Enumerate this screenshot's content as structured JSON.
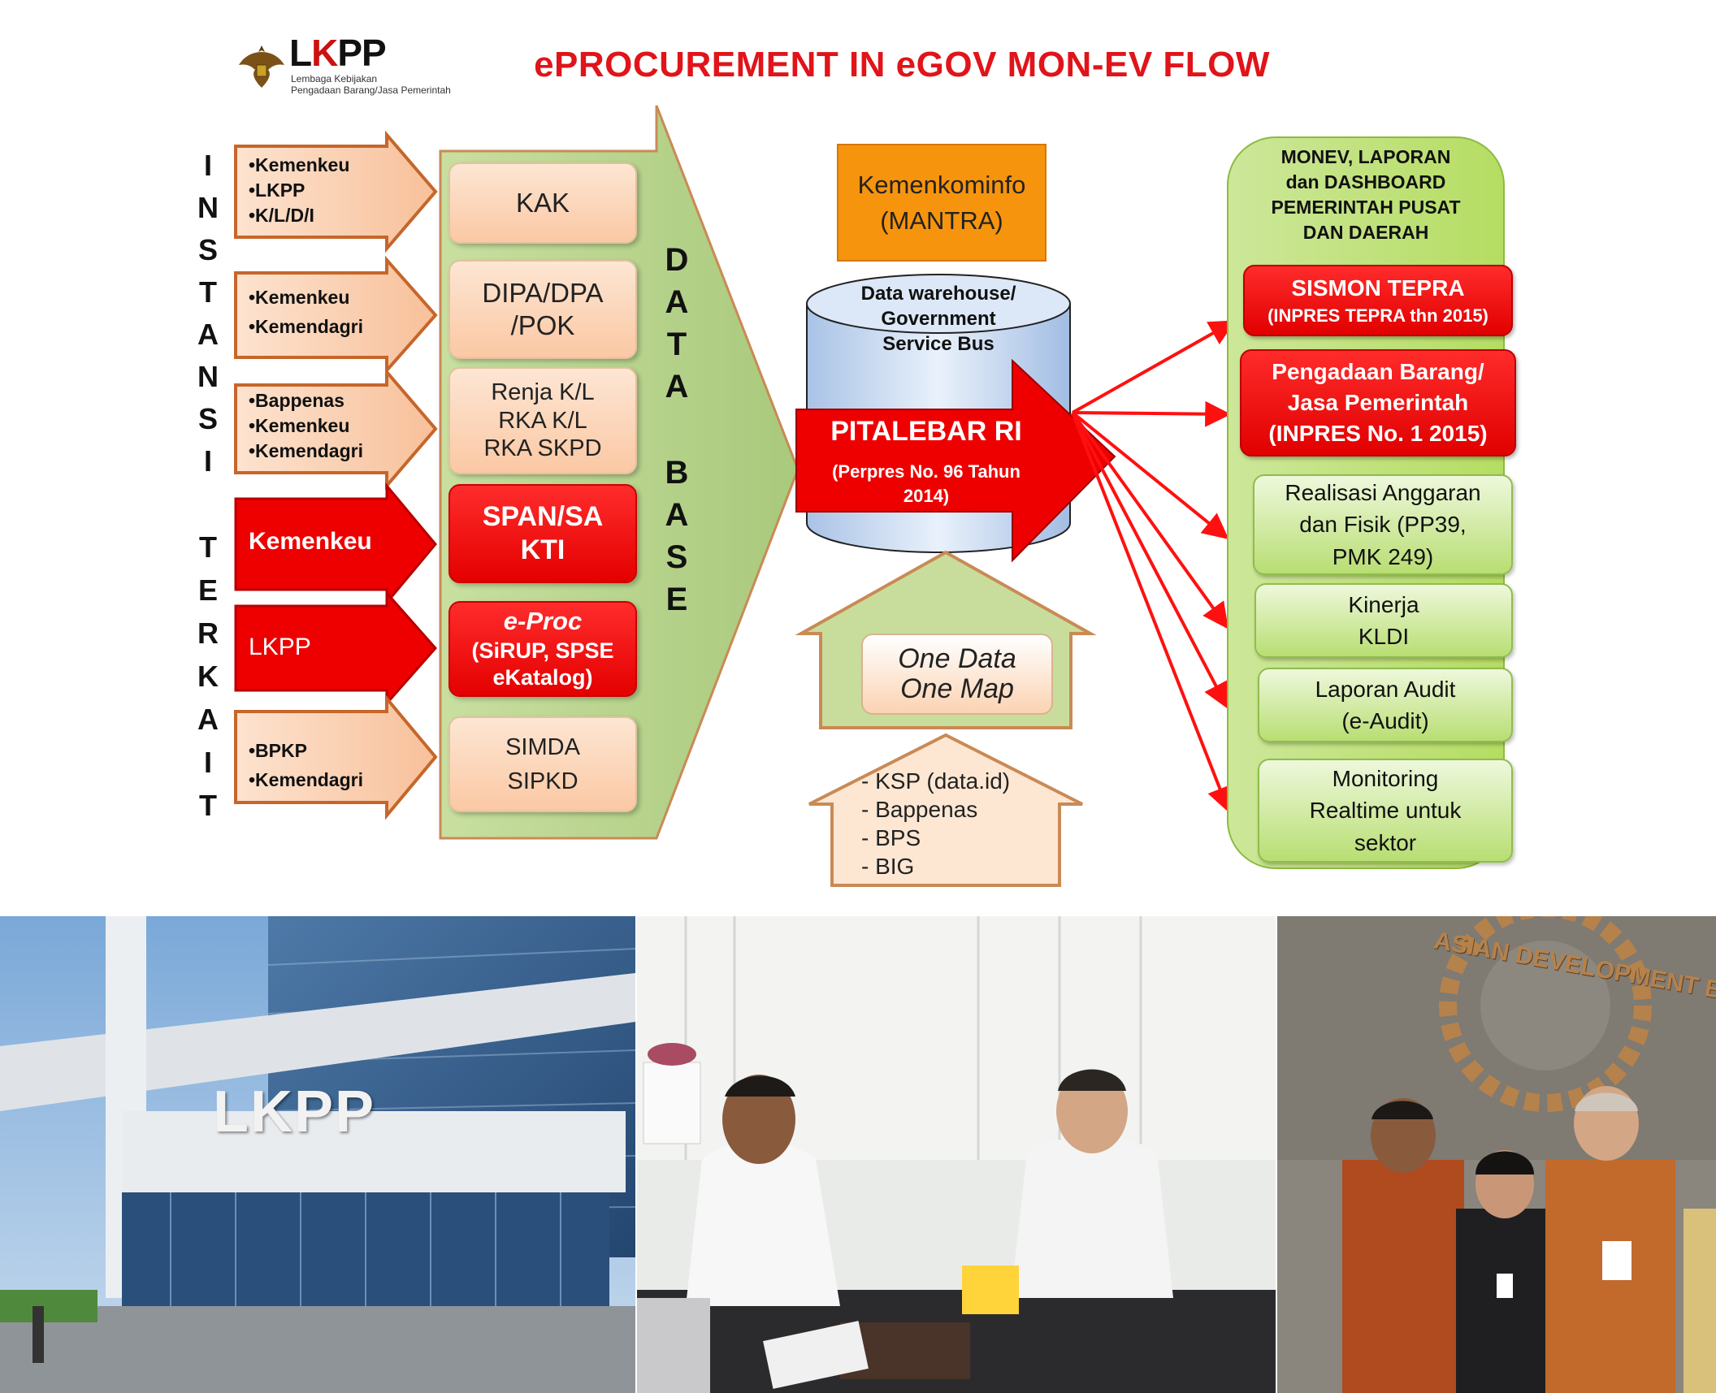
{
  "header": {
    "logo": {
      "name": "LKPP",
      "subtitle_line1": "Lembaga Kebijakan",
      "subtitle_line2": "Pengadaan Barang/Jasa Pemerintah"
    },
    "title": "ePROCUREMENT IN eGOV MON-EV FLOW"
  },
  "left_label": {
    "word1": [
      "I",
      "N",
      "S",
      "T",
      "A",
      "N",
      "S",
      "I"
    ],
    "word2": [
      "T",
      "E",
      "R",
      "K",
      "A",
      "I",
      "T"
    ]
  },
  "left_arrows": [
    {
      "lines": [
        "•Kemenkeu",
        "•LKPP",
        "•K/L/D/I"
      ]
    },
    {
      "lines": [
        "•Kemenkeu",
        "•Kemendagri"
      ]
    },
    {
      "lines": [
        "•Bappenas",
        "•Kemenkeu",
        "•Kemendagri"
      ]
    },
    {
      "text": "Kemenkeu"
    },
    {
      "text": "LKPP"
    },
    {
      "lines": [
        "•BPKP",
        "•Kemendagri"
      ]
    }
  ],
  "database": {
    "label_word1": [
      "D",
      "A",
      "T",
      "A"
    ],
    "label_word2": [
      "B",
      "A",
      "S",
      "E"
    ],
    "boxes": [
      {
        "lines": [
          "KAK"
        ]
      },
      {
        "lines": [
          "DIPA/DPA",
          "/POK"
        ]
      },
      {
        "lines": [
          "Renja K/L",
          "RKA K/L",
          "RKA SKPD"
        ]
      },
      {
        "lines": [
          "SPAN/SA",
          "KTI"
        ]
      },
      {
        "lines": [
          "e-Proc",
          "(SiRUP, SPSE",
          "eKatalog)"
        ]
      },
      {
        "lines": [
          "SIMDA",
          "SIPKD"
        ]
      }
    ]
  },
  "center": {
    "mantra": [
      "Kemenkominfo",
      "(MANTRA)"
    ],
    "warehouse": [
      "Data warehouse/",
      "Government",
      "Service Bus"
    ],
    "pitalebar_title": "PITALEBAR RI",
    "pitalebar_sub": [
      "(Perpres No. 96 Tahun",
      "2014)"
    ],
    "one_data": [
      "One Data",
      "One Map"
    ],
    "sources": [
      "- KSP (data.id)",
      "- Bappenas",
      "- BPS",
      "- BIG"
    ]
  },
  "right_panel": {
    "heading": [
      "MONEV, LAPORAN",
      "dan DASHBOARD",
      "PEMERINTAH PUSAT",
      "DAN DAERAH"
    ],
    "sismon_title": "SISMON TEPRA",
    "sismon_sub": "(INPRES TEPRA thn 2015)",
    "pengadaan": [
      "Pengadaan Barang/",
      "Jasa Pemerintah",
      "(INPRES No. 1 2015)"
    ],
    "realisasi": [
      "Realisasi Anggaran",
      "dan Fisik (PP39,",
      "PMK 249)"
    ],
    "kinerja": [
      "Kinerja",
      "KLDI"
    ],
    "audit": [
      "Laporan Audit",
      "(e-Audit)"
    ],
    "monitoring": [
      "Monitoring",
      "Realtime untuk",
      "sektor"
    ]
  },
  "photos": {
    "building_sign": "LKPP",
    "adb_sign": "ASIAN DEVELOPMENT BANK"
  },
  "colors": {
    "title_red": "#e0141a",
    "box_red": "#e40000",
    "peach": "#fbc8a4",
    "green_panel": "#b5dd62",
    "orange": "#f7940d",
    "arrow_red": "#ff1010"
  }
}
